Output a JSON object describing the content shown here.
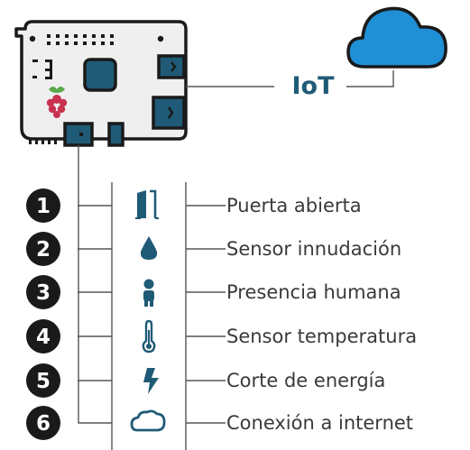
{
  "iot_label": "IoT",
  "sensors": [
    {
      "number": "1",
      "icon": "door-open-icon",
      "label": "Puerta abierta"
    },
    {
      "number": "2",
      "icon": "water-drop-icon",
      "label": "Sensor innudación"
    },
    {
      "number": "3",
      "icon": "person-icon",
      "label": "Presencia humana"
    },
    {
      "number": "4",
      "icon": "thermometer-icon",
      "label": "Sensor temperatura"
    },
    {
      "number": "5",
      "icon": "lightning-bolt-icon",
      "label": "Corte de energía"
    },
    {
      "number": "6",
      "icon": "cloud-outline-icon",
      "label": "Conexión a internet"
    }
  ],
  "colors": {
    "accent": "#1f5b76",
    "cloud": "#1f8fd6",
    "board": "#efefef",
    "badge": "#1a1a1a",
    "lines": "#555555",
    "raspberry": "#c8324f"
  }
}
